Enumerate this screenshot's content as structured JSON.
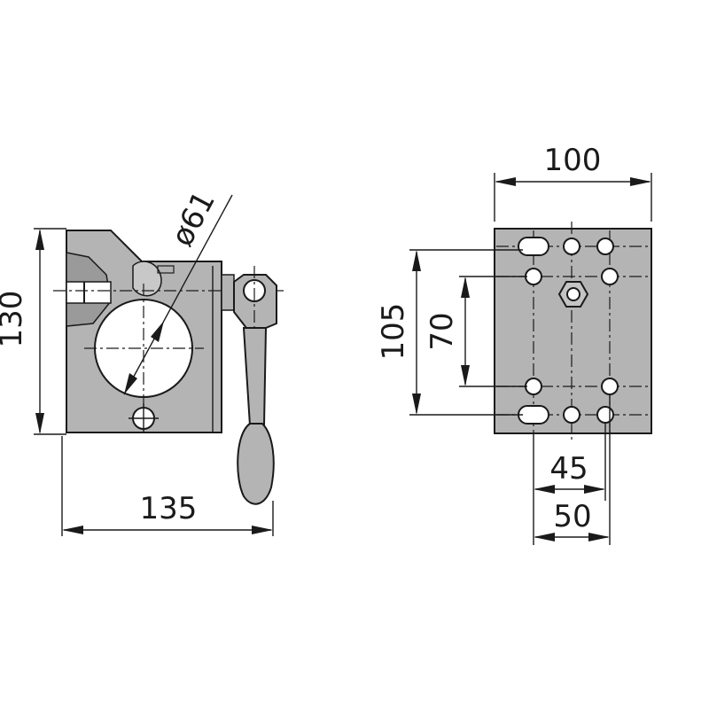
{
  "drawing": {
    "dimensions": {
      "width_135": "135",
      "height_130": "130",
      "diameter_61": "ø61",
      "width_100": "100",
      "spacing_105": "105",
      "spacing_70": "70",
      "spacing_45": "45",
      "spacing_50": "50"
    },
    "colors": {
      "part_fill": "#b4b4b4",
      "line": "#1a1a1a",
      "background": "#ffffff"
    }
  }
}
